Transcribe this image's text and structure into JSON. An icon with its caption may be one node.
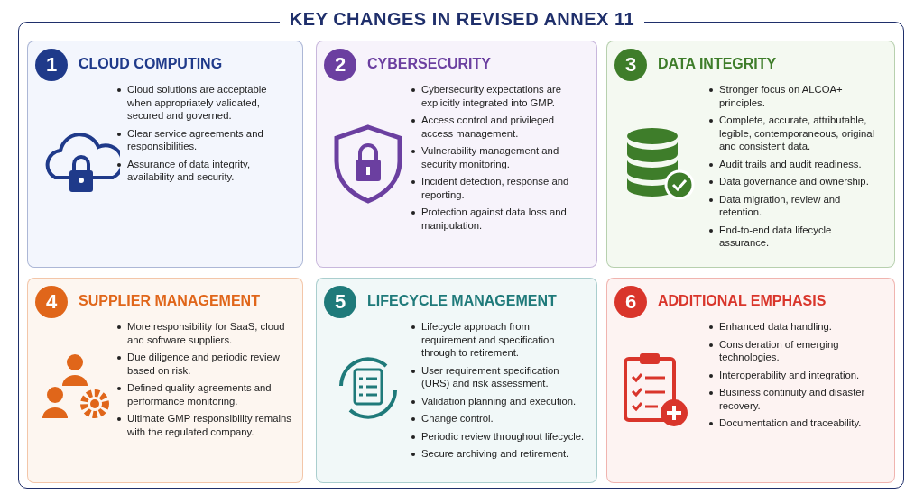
{
  "diagram": {
    "title": "KEY CHANGES IN REVISED ANNEX 11",
    "nodes": [
      {
        "text": [
          "CLOUD COMPUTING",
          "Cloud solutions are acceptable when appropriately validated, secured and governed.",
          "Clear service agreements and responsibilities.",
          "Assurance of data integrity, availability and security."
        ]
      },
      {
        "text": [
          "1"
        ],
        "in": 0
      },
      {
        "text": [
          "CYBERSECURITY",
          "Cybersecurity expectations are explicitly integrated into GMP.",
          "Access control and privileged access management.",
          "Vulnerability management and security monitoring.",
          "Incident detection, response and reporting.",
          "Protection against data loss and manipulation."
        ]
      },
      {
        "text": [
          "2"
        ],
        "in": 2
      },
      {
        "text": [
          "DATA INTEGRITY",
          "Stronger focus on ALCOA+ principles.",
          "Complete, accurate, attributable, legible, contemporaneous, original and consistent data.",
          "Audit trails and audit readiness.",
          "Data governance and ownership.",
          "Data migration, review and retention.",
          "End-to-end data lifecycle assurance."
        ]
      },
      {
        "text": [
          "3"
        ],
        "in": 4
      },
      {
        "text": [
          "SUPPLIER MANAGEMENT",
          "More responsibility for SaaS, cloud and software suppliers.",
          "Due diligence and periodic review based on risk.",
          "Defined quality agreements and performance monitoring.",
          "Ultimate GMP responsibility remains with the regulated company."
        ]
      },
      {
        "text": [
          "4"
        ],
        "in": 6
      },
      {
        "text": [
          "LIFECYCLE MANAGEMENT",
          "Lifecycle approach from requirement and specification through to retirement.",
          "User requirement specification (URS) and risk assessment.",
          "Validation planning and execution.",
          "Change control.",
          "Periodic review throughout lifecycle.",
          "Secure archiving and retirement."
        ]
      },
      {
        "text": [
          "5"
        ],
        "in": 8
      },
      {
        "text": [
          "ADDITIONAL EMPHASIS",
          "Enhanced data handling.",
          "Consideration of emerging technologies.",
          "Interoperability and integration.",
          "Business continuity and disaster recovery.",
          "Documentation and traceability."
        ]
      },
      {
        "text": [
          "6"
        ],
        "in": 10
      }
    ],
    "edges": []
  }
}
